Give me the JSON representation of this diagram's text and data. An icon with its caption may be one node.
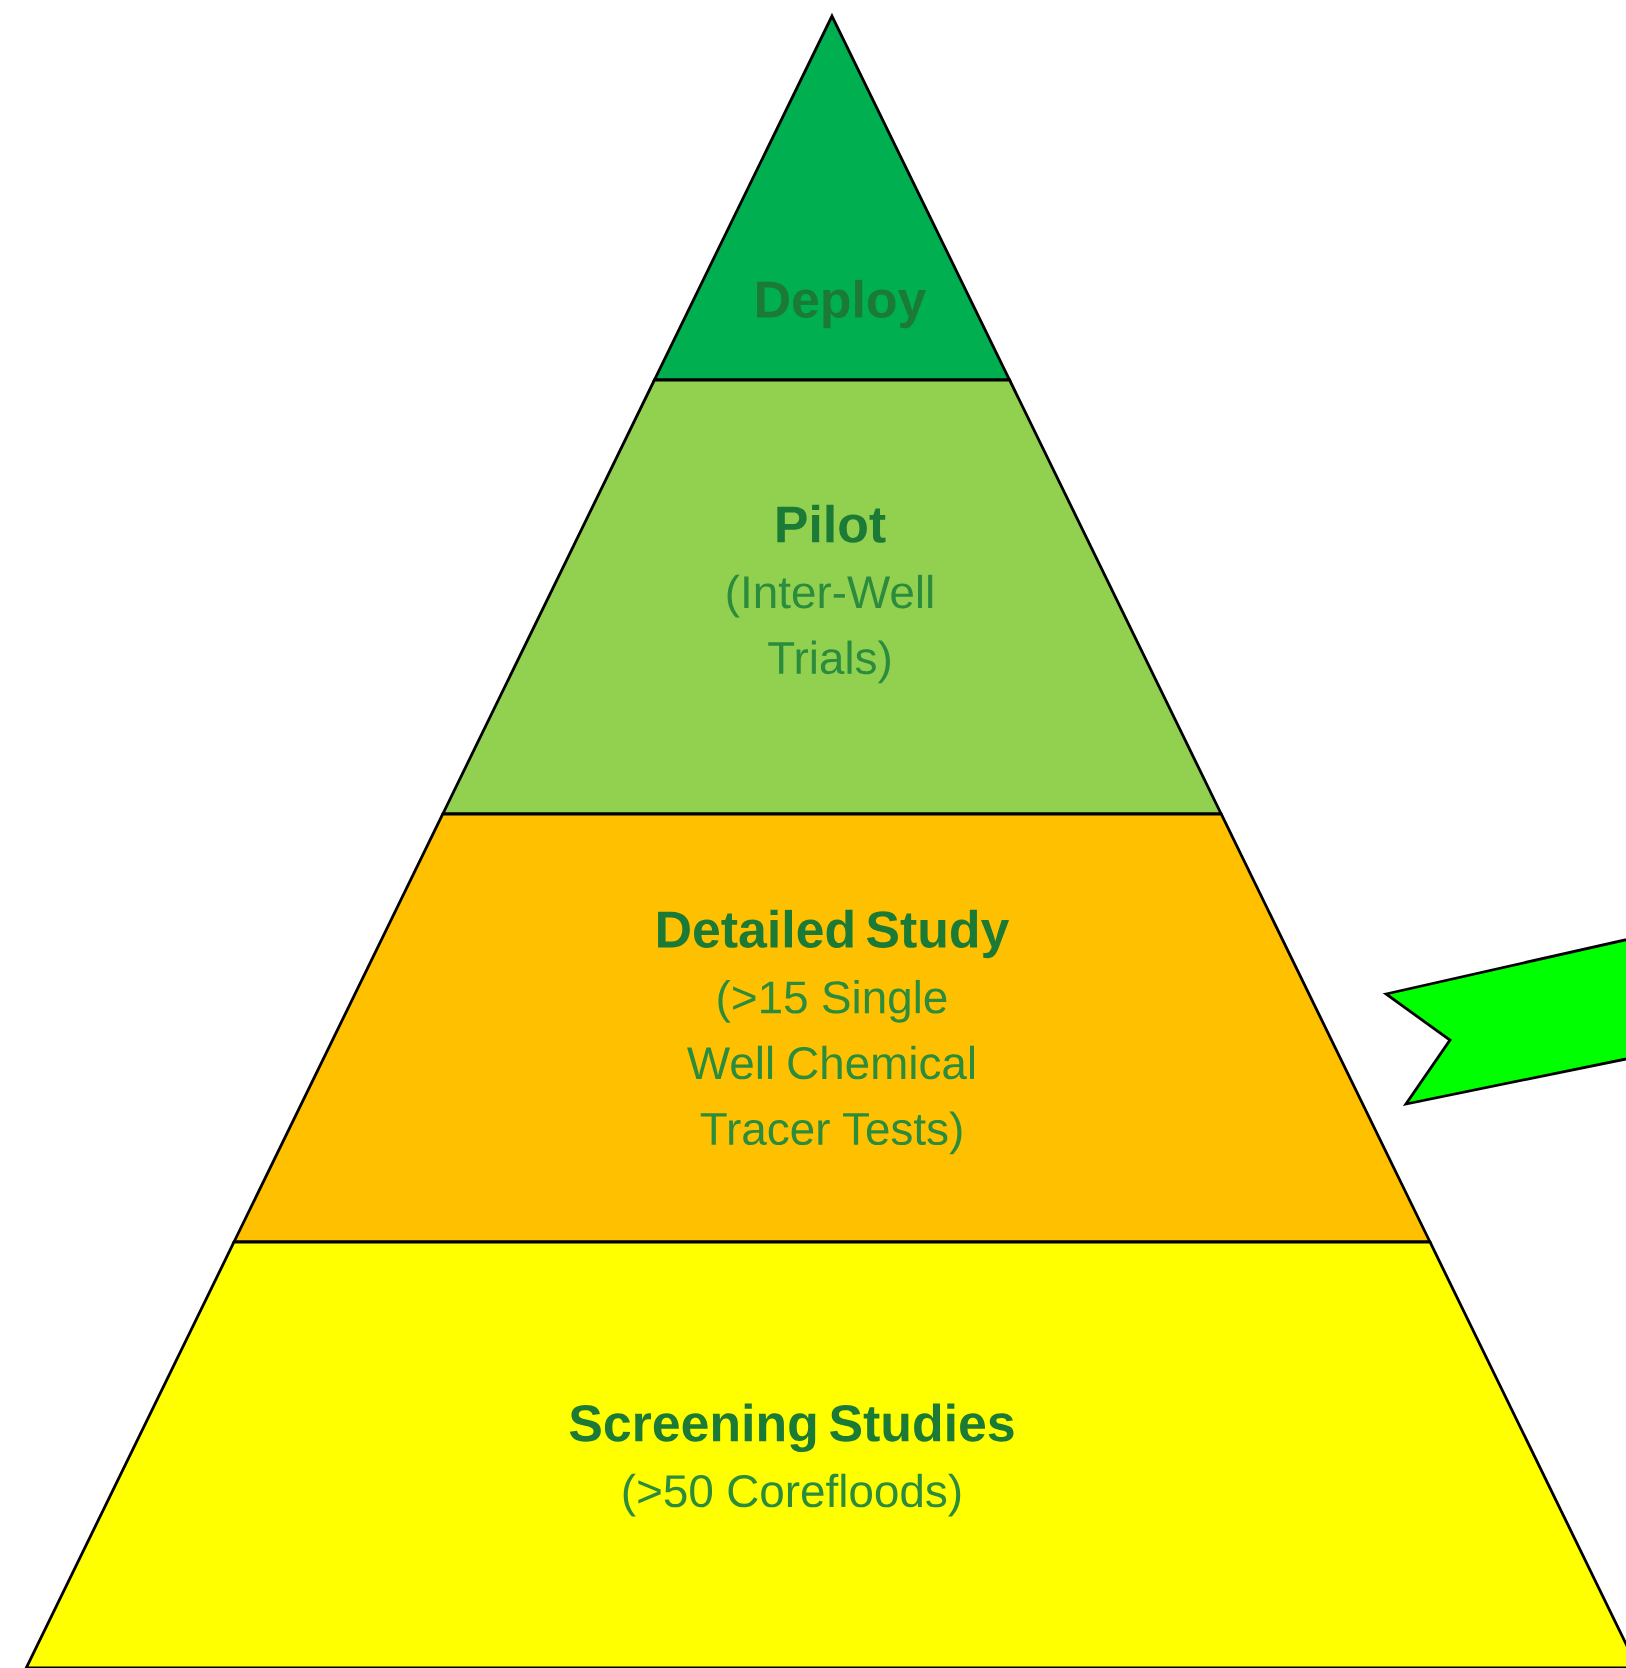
{
  "diagram": {
    "nodes": [
      {
        "text": [
          "Deploy"
        ]
      },
      {
        "text": [
          "Pilot",
          "(Inter-Well Trials)"
        ]
      },
      {
        "text": [
          "Detailed Study",
          "(>15 Single Well Chemical Tracer Tests)"
        ]
      },
      {
        "text": [
          "Screening Studies",
          "(>50 Corefloods)"
        ]
      }
    ]
  }
}
